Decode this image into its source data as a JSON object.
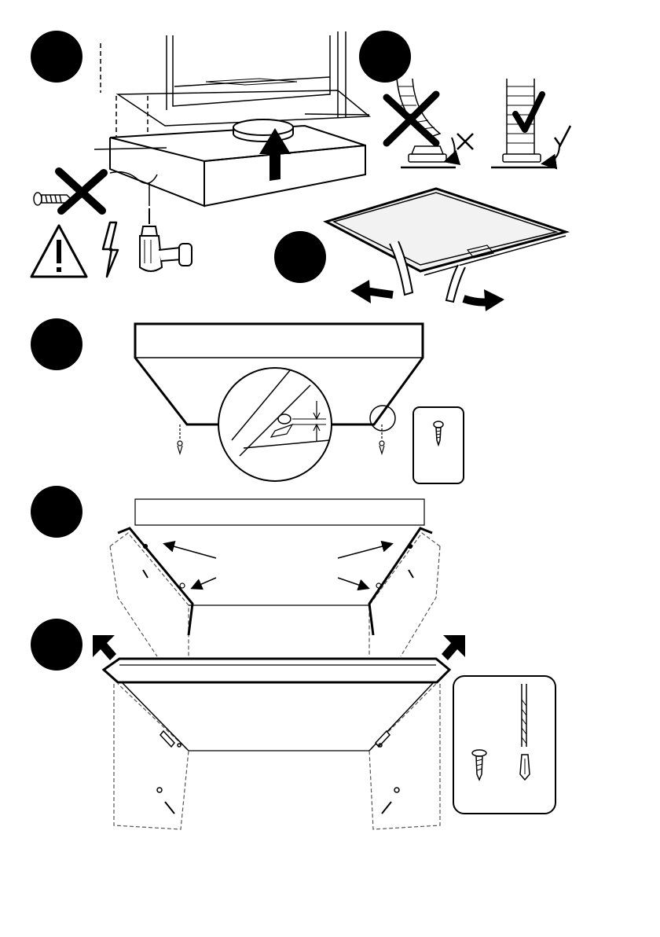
{
  "page": {
    "background": "#ffffff",
    "ink": "#000000",
    "dashed_ink": "#555555",
    "panel_fill": "#f2f2f2"
  },
  "steps": [
    {
      "name": "step-1-badge",
      "label": ""
    },
    {
      "name": "step-2-badge",
      "label": ""
    },
    {
      "name": "step-3-badge",
      "label": ""
    },
    {
      "name": "step-4-badge",
      "label": ""
    },
    {
      "name": "step-5-badge",
      "label": ""
    },
    {
      "name": "step-6-badge",
      "label": ""
    }
  ],
  "icons": [
    "warning-triangle-icon",
    "lightning-bolt-icon",
    "power-drill-icon",
    "crossed-out-screw-icon",
    "wrong-duct-cross-icon",
    "correct-duct-check-icon",
    "screw-inset-icon",
    "screw-drill-bit-anchor-inset-icon"
  ],
  "marks": {
    "wrong": "✗",
    "right": "✓"
  }
}
